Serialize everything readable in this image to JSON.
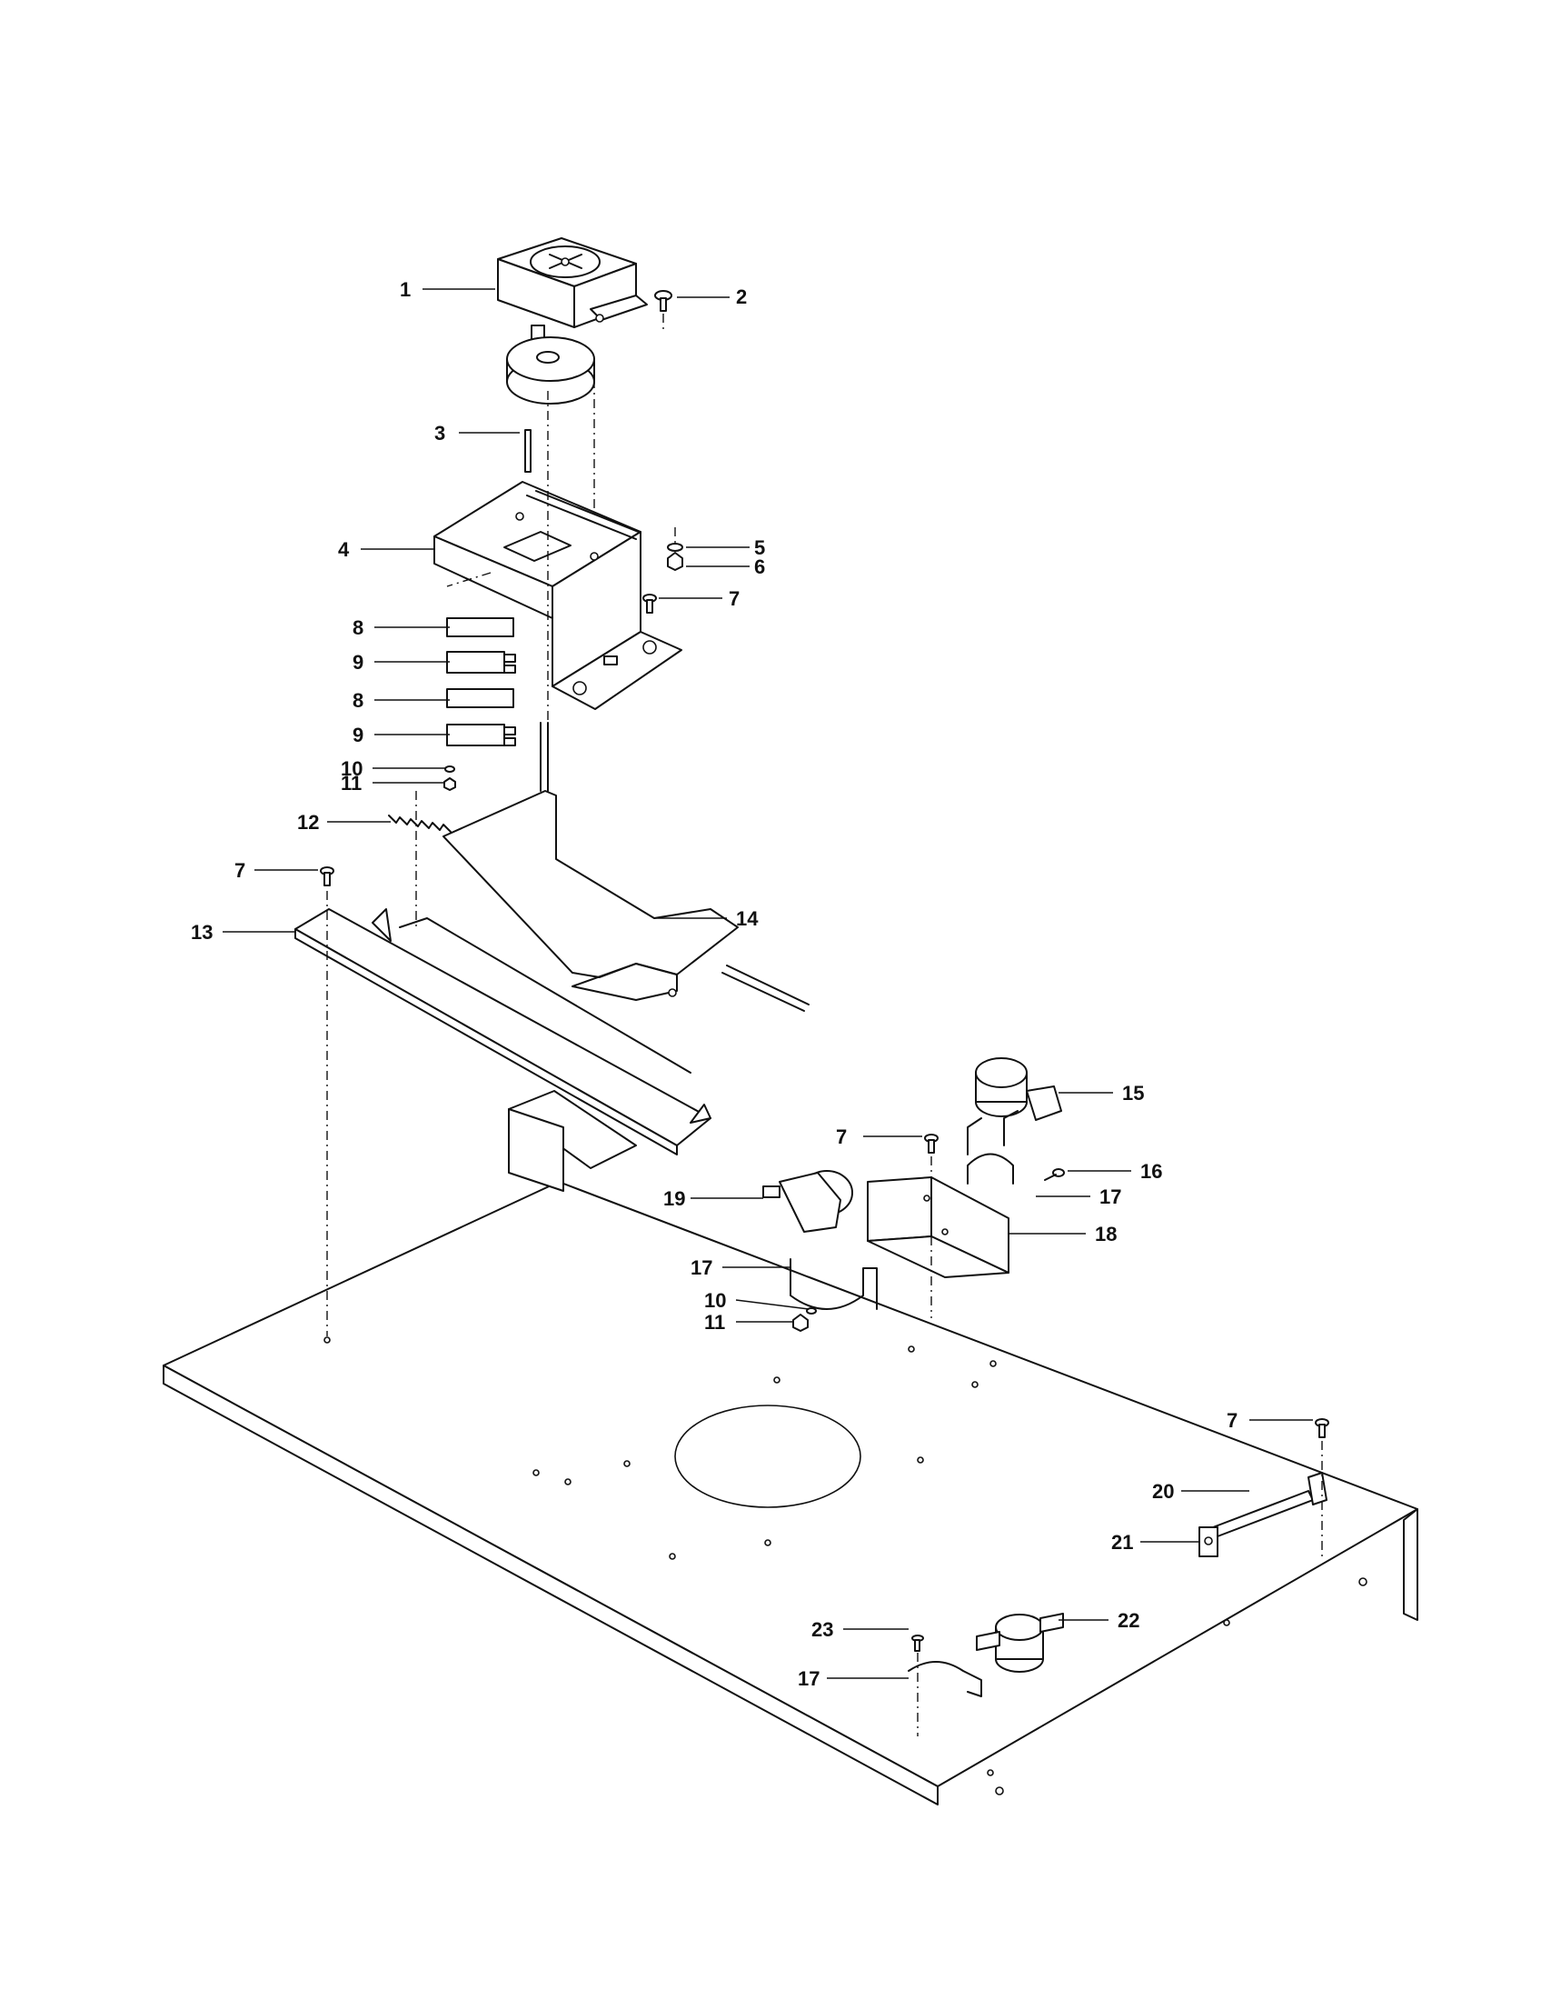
{
  "diagram": {
    "callouts": [
      {
        "label": "1"
      },
      {
        "label": "2"
      },
      {
        "label": "3"
      },
      {
        "label": "4"
      },
      {
        "label": "5"
      },
      {
        "label": "6"
      },
      {
        "label": "7"
      },
      {
        "label": "8"
      },
      {
        "label": "9"
      },
      {
        "label": "8"
      },
      {
        "label": "9"
      },
      {
        "label": "10"
      },
      {
        "label": "11"
      },
      {
        "label": "12"
      },
      {
        "label": "7"
      },
      {
        "label": "13"
      },
      {
        "label": "14"
      },
      {
        "label": "15"
      },
      {
        "label": "7"
      },
      {
        "label": "16"
      },
      {
        "label": "17"
      },
      {
        "label": "19"
      },
      {
        "label": "18"
      },
      {
        "label": "17"
      },
      {
        "label": "10"
      },
      {
        "label": "11"
      },
      {
        "label": "7"
      },
      {
        "label": "20"
      },
      {
        "label": "21"
      },
      {
        "label": "22"
      },
      {
        "label": "23"
      },
      {
        "label": "17"
      }
    ]
  }
}
